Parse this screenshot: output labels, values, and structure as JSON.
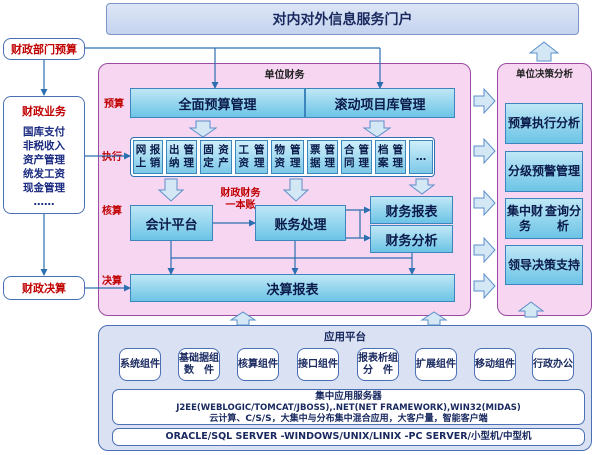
{
  "portal": "对内对外信息服务门户",
  "side": {
    "budget": "财政部门预算",
    "business_title": "财政业务",
    "business_items": [
      "国库支付",
      "非税收入",
      "资产管理",
      "统发工资",
      "现金管理",
      "……"
    ],
    "final": "财政决算"
  },
  "unit": {
    "title": "单位财务",
    "labels": {
      "budget": "预算",
      "exec": "执行",
      "accounting": "核算",
      "final": "决算"
    },
    "budget_mgmt": "全面预算管理",
    "project_lib": "滚动项目库管理",
    "exec_items": [
      {
        "l1": "网上",
        "l2": "报销"
      },
      {
        "l1": "出纳",
        "l2": "管理"
      },
      {
        "l1": "固定",
        "l2": "资产"
      },
      {
        "l1": "工资",
        "l2": "管理"
      },
      {
        "l1": "物资",
        "l2": "管理"
      },
      {
        "l1": "票据",
        "l2": "管理"
      },
      {
        "l1": "合同",
        "l2": "管理"
      },
      {
        "l1": "档案",
        "l2": "管理"
      },
      {
        "l1": "…",
        "l2": ""
      }
    ],
    "accounting_platform": "会计平台",
    "note_l1": "财政财务",
    "note_l2": "一本账",
    "ledger": "账务处理",
    "fin_report": "财务报表",
    "fin_analysis": "财务分析",
    "final_report": "决算报表"
  },
  "decision": {
    "title": "单位决策分析",
    "items": [
      {
        "l1": "预算",
        "l2": "执行分析"
      },
      {
        "l1": "分级",
        "l2": "预警管理"
      },
      {
        "l1": "集中财务",
        "l2": "查询分析"
      },
      {
        "l1": "领导",
        "l2": "决策支持"
      }
    ]
  },
  "app": {
    "title": "应用平台",
    "components": [
      {
        "l1": "系统",
        "l2": "组件"
      },
      {
        "l1": "基础数",
        "l2": "据组件"
      },
      {
        "l1": "核算",
        "l2": "组件"
      },
      {
        "l1": "接口",
        "l2": "组件"
      },
      {
        "l1": "报表分",
        "l2": "析组件"
      },
      {
        "l1": "扩展",
        "l2": "组件"
      },
      {
        "l1": "移动",
        "l2": "组件"
      },
      {
        "l1": "行政",
        "l2": "办公"
      }
    ],
    "server_title": "集中应用服务器",
    "server_line1": "J2EE(WEBLOGIC/TOMCAT/JBOSS),.NET(NET FRAMEWORK),WIN32(MIDAS)",
    "server_line2": "云计算、C/S/S，大集中与分布集中混合应用，大客户量，智能客户端",
    "bottom": "ORACLE/SQL SERVER -WINDOWS/UNIX/LINIX -PC SERVER/小型机/中型机"
  },
  "colors": {
    "accent": "#3c86bd",
    "frame": "#f7d6f1",
    "label": "#c00000"
  }
}
